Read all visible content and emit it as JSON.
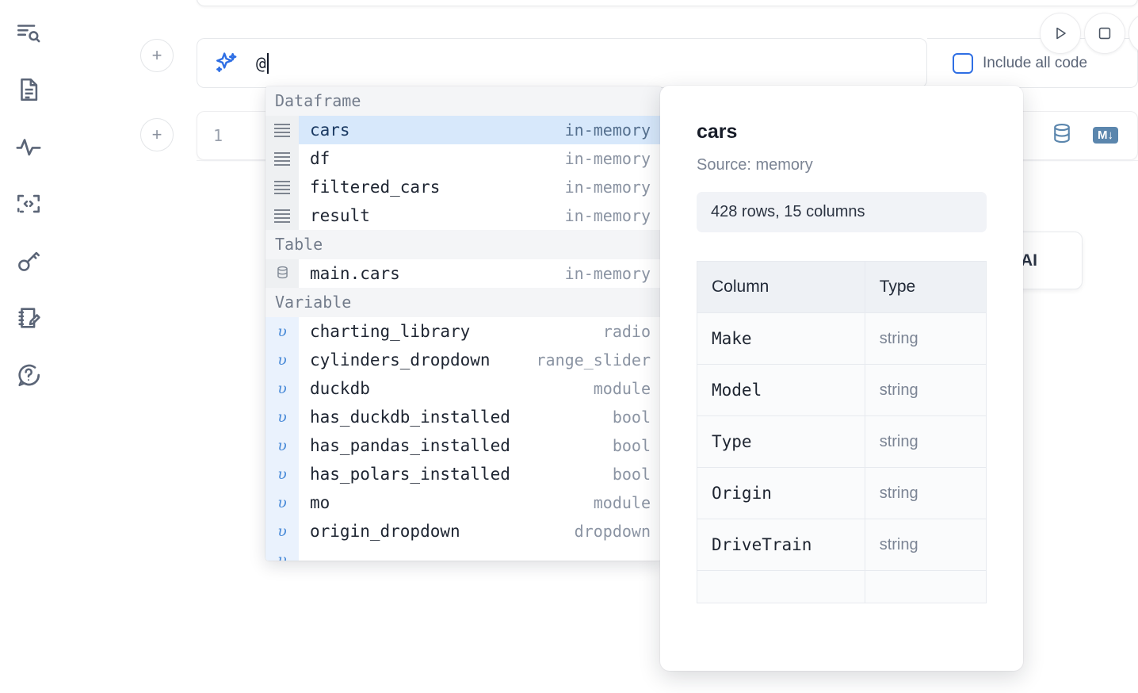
{
  "rail": {
    "items": [
      {
        "name": "explore-search-icon",
        "icon": "list-search-icon"
      },
      {
        "name": "notebook-file-icon",
        "icon": "document-icon"
      },
      {
        "name": "activity-icon",
        "icon": "pulse-icon"
      },
      {
        "name": "snippets-icon",
        "icon": "code-brackets-icon"
      },
      {
        "name": "secrets-icon",
        "icon": "key-icon"
      },
      {
        "name": "scratchpad-icon",
        "icon": "notebook-pencil-icon"
      },
      {
        "name": "help-icon",
        "icon": "question-chat-icon"
      }
    ]
  },
  "toolbar": {
    "add_label": "+",
    "run_label": "Run",
    "stop_label": "Stop",
    "include_all_code_label": "Include all code",
    "include_all_code_checked": false,
    "accent_color": "#2f6fe4"
  },
  "prompt": {
    "icon": "sparkle-icon",
    "value": "@",
    "placeholder": ""
  },
  "cell": {
    "number": "1",
    "database_icon": "database-icon",
    "markdown_badge": "M↓"
  },
  "ai_card": {
    "label": "h AI"
  },
  "autocomplete": {
    "groups": [
      {
        "label": "Dataframe",
        "gutter_kind": "lines",
        "items": [
          {
            "name": "cars",
            "type": "in-memory",
            "selected": true
          },
          {
            "name": "df",
            "type": "in-memory",
            "selected": false
          },
          {
            "name": "filtered_cars",
            "type": "in-memory",
            "selected": false
          },
          {
            "name": "result",
            "type": "in-memory",
            "selected": false
          }
        ]
      },
      {
        "label": "Table",
        "gutter_kind": "db",
        "items": [
          {
            "name": "main.cars",
            "type": "in-memory",
            "selected": false
          }
        ]
      },
      {
        "label": "Variable",
        "gutter_kind": "var",
        "items": [
          {
            "name": "charting_library",
            "type": "radio",
            "selected": false
          },
          {
            "name": "cylinders_dropdown",
            "type": "range_slider",
            "selected": false
          },
          {
            "name": "duckdb",
            "type": "module",
            "selected": false
          },
          {
            "name": "has_duckdb_installed",
            "type": "bool",
            "selected": false
          },
          {
            "name": "has_pandas_installed",
            "type": "bool",
            "selected": false
          },
          {
            "name": "has_polars_installed",
            "type": "bool",
            "selected": false
          },
          {
            "name": "mo",
            "type": "module",
            "selected": false
          },
          {
            "name": "origin_dropdown",
            "type": "dropdown",
            "selected": false
          },
          {
            "name": "",
            "type": "",
            "selected": false
          }
        ]
      }
    ],
    "gutter_variable_glyph": "υ"
  },
  "info": {
    "title": "cars",
    "source": "Source: memory",
    "shape": "428 rows, 15 columns",
    "table": {
      "headers": [
        "Column",
        "Type"
      ],
      "rows": [
        [
          "Make",
          "string"
        ],
        [
          "Model",
          "string"
        ],
        [
          "Type",
          "string"
        ],
        [
          "Origin",
          "string"
        ],
        [
          "DriveTrain",
          "string"
        ],
        [
          "",
          ""
        ]
      ]
    }
  }
}
